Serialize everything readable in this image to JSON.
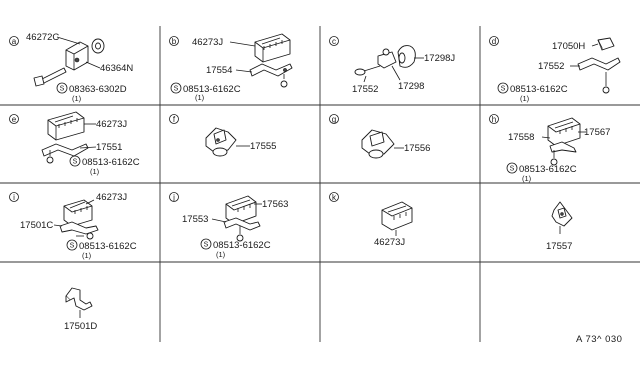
{
  "cells": [
    {
      "letter": "a",
      "labels": [
        "46272C",
        "46364N",
        "08363-6302D"
      ],
      "qty": "(1)"
    },
    {
      "letter": "b",
      "labels": [
        "46273J",
        "17554",
        "08513-6162C"
      ],
      "qty": "(1)"
    },
    {
      "letter": "c",
      "labels": [
        "17298J",
        "17552",
        "17298"
      ]
    },
    {
      "letter": "d",
      "labels": [
        "17050H",
        "17552",
        "08513-6162C"
      ],
      "qty": "(1)"
    },
    {
      "letter": "e",
      "labels": [
        "46273J",
        "17551",
        "08513-6162C"
      ],
      "qty": "(1)"
    },
    {
      "letter": "f",
      "labels": [
        "17555"
      ]
    },
    {
      "letter": "g",
      "labels": [
        "17556"
      ]
    },
    {
      "letter": "h",
      "labels": [
        "17558",
        "17567",
        "08513-6162C"
      ],
      "qty": "(1)"
    },
    {
      "letter": "i",
      "labels": [
        "46273J",
        "17501C",
        "08513-6162C"
      ],
      "qty": "(1)"
    },
    {
      "letter": "j",
      "labels": [
        "17563",
        "17553",
        "08513-6162C"
      ],
      "qty": "(1)"
    },
    {
      "letter": "k",
      "labels": [
        "46273J"
      ]
    },
    {
      "labels": [
        "17557"
      ]
    },
    {
      "labels": [
        "17501D"
      ]
    }
  ],
  "screw_symbol": "S",
  "reference": "A 73^ 030"
}
